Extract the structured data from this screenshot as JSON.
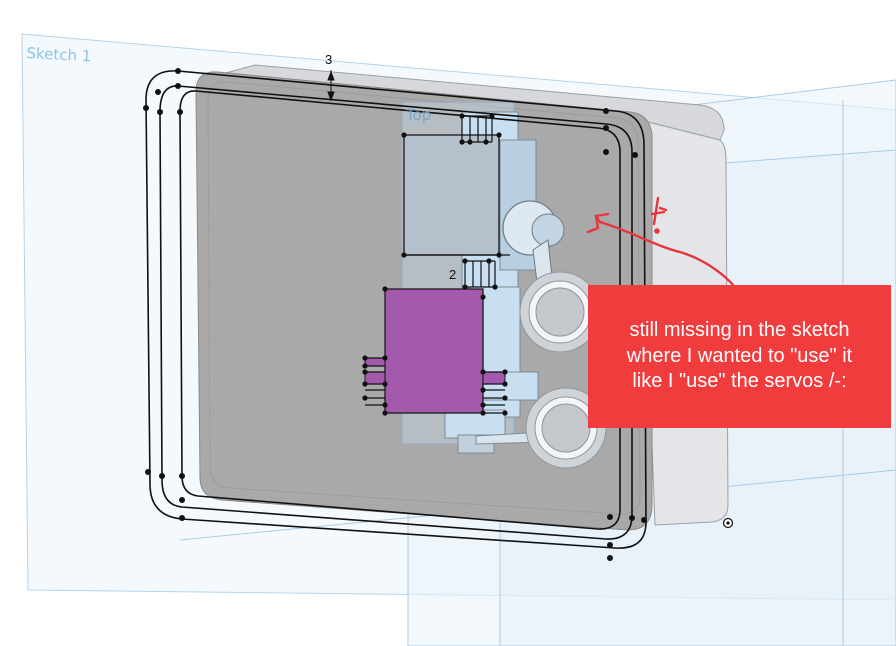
{
  "viewport": {
    "sketch_label": "Sketch 1",
    "plane_label": "Top",
    "dimensions": [
      "3",
      "2"
    ]
  },
  "annotation": {
    "text": "still missing in the sketch\nwhere I wanted to \"use\" it\nlike I \"use\" the servos /-:",
    "arrow_color": "#e8343c",
    "box_color": "#f03c3c"
  },
  "colors": {
    "plane_fill": "#dbe9f5",
    "plane_stroke": "#a9cbe6",
    "box_face": "#a9a9a9",
    "servo_gray": "#b4c1cc",
    "servo_blue": "#c7dff0",
    "selected_servo": "#a35aac"
  }
}
